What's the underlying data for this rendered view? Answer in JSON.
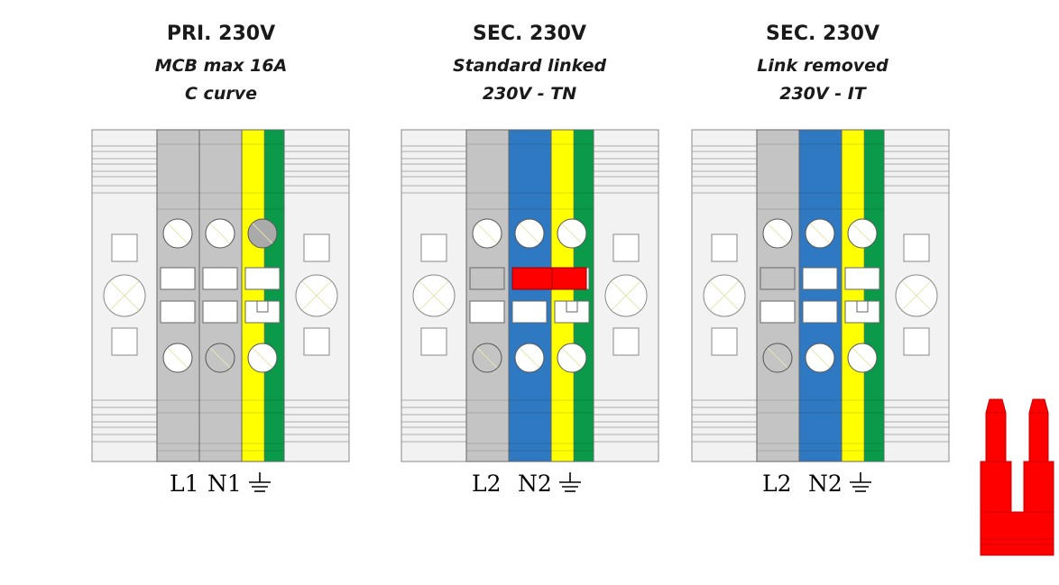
{
  "blocks": [
    {
      "title": "PRI. 230V",
      "line1": "MCB max 16A",
      "line2": "C curve",
      "term_l": "L1",
      "term_n": "N1"
    },
    {
      "title": "SEC. 230V",
      "line1": "Standard linked",
      "line2": "230V - TN",
      "term_l": "L2",
      "term_n": "N2"
    },
    {
      "title": "SEC. 230V",
      "line1": "Link removed",
      "line2": "230V - IT",
      "term_l": "L2",
      "term_n": "N2"
    }
  ],
  "colors": {
    "grey": "#c4c4c4",
    "blue": "#2f78c2",
    "yellow": "#ffff00",
    "green": "#0a9a4a",
    "link_red": "#ff0000",
    "housing": "#f2f2f2"
  },
  "icons": [
    "ground-symbol-icon",
    "screw-icon",
    "bridge-link-icon"
  ]
}
